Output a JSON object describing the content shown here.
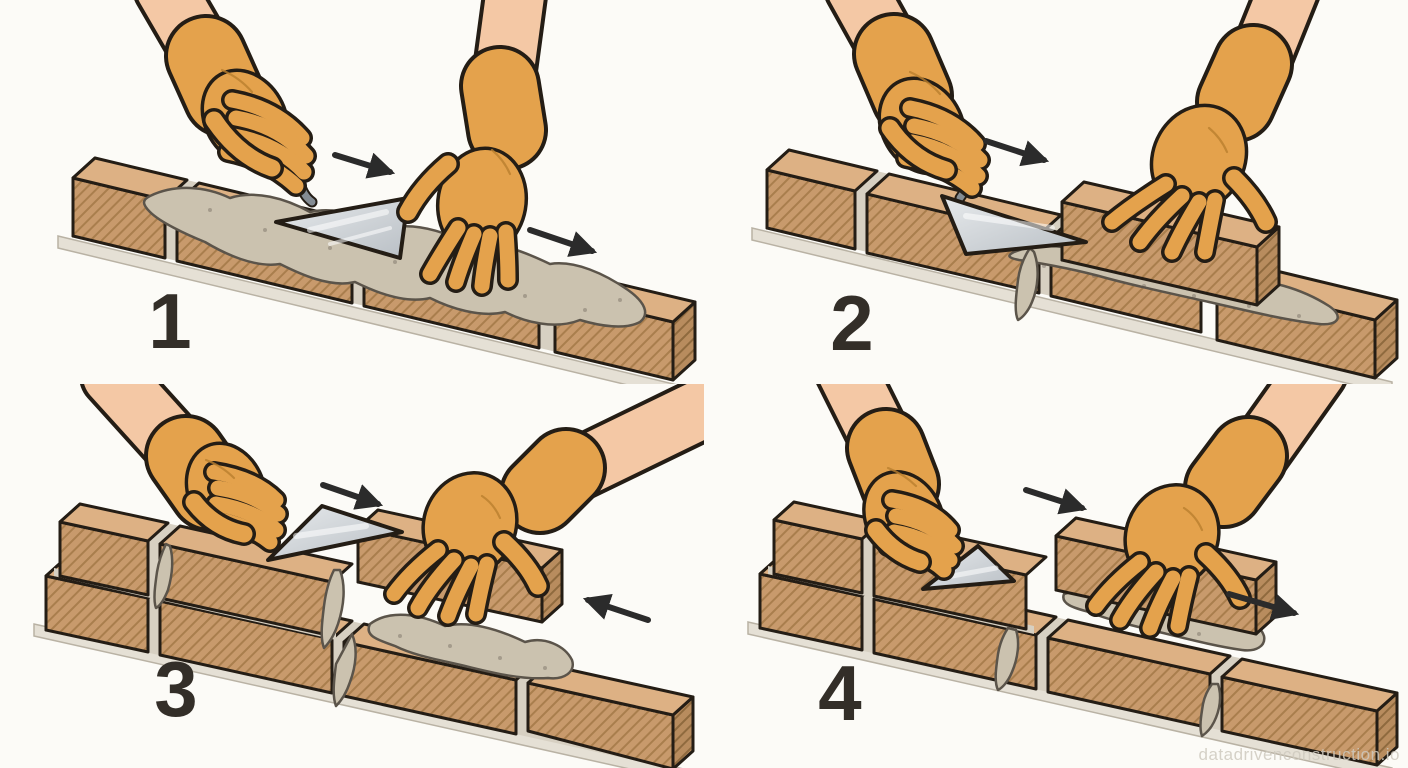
{
  "figure": {
    "watermark": "datadrivenconstruction.io"
  },
  "steps": [
    {
      "number": "1",
      "arrow_icons": [
        "arrow-right",
        "arrow-right"
      ]
    },
    {
      "number": "2",
      "arrow_icons": [
        "arrow-right"
      ]
    },
    {
      "number": "3",
      "arrow_icons": [
        "arrow-right",
        "arrow-left"
      ]
    },
    {
      "number": "4",
      "arrow_icons": [
        "arrow-right",
        "arrow-right"
      ]
    }
  ],
  "colors": {
    "background": "#fcfbf7",
    "brick-top": "#ddb184",
    "brick-front": "#c89a6c",
    "brick-side": "#b88c5e",
    "brick-hatch": "#a97e4d",
    "brick-hatch-dark": "#8f6a3e",
    "brick-outline": "#241d15",
    "mortar": "#cbc2af",
    "mortar-outline": "#5b544a",
    "mortar-joint": "#d7d0c2",
    "glove": "#e4a24c",
    "glove-shade": "#b97f2e",
    "skin": "#f4c8a5",
    "trowel-blade": "#b9bfc5",
    "trowel-blade-light": "#e7eaec",
    "trowel-neck": "#848c93",
    "ferrule": "#d8dadc",
    "arrow": "#2b2b2b",
    "number": "#332e28",
    "base": "#e5e0d5",
    "watermark": "#cfcabf"
  }
}
